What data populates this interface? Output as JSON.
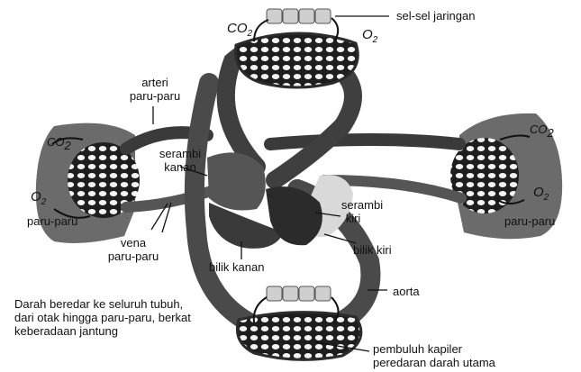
{
  "labels": {
    "sel_sel_jaringan": "sel-sel jaringan",
    "arteri": "arteri",
    "paru_paru_atas": "paru-paru",
    "serambi": "serambi",
    "kanan": "kanan",
    "paru_paru_kiri": "paru-paru",
    "vena": "vena",
    "paru_paru_vena": "paru-paru",
    "serambi_kiri_1": "serambi",
    "serambi_kiri_2": "kiri",
    "bilik_kiri": "bilik kiri",
    "bilik_kanan": "bilik kanan",
    "paru_paru_kanan": "paru-paru",
    "aorta": "aorta",
    "pembuluh_1": "pembuluh kapiler",
    "pembuluh_2": "peredaran darah utama"
  },
  "gases": {
    "co2_top": "CO",
    "o2_top": "O",
    "co2_left": "CO",
    "o2_left": "O",
    "co2_right": "CO",
    "o2_right": "O",
    "sub": "2"
  },
  "caption": "Darah beredar ke seluruh tubuh, dari otak hingga paru-paru, berkat keberadaan jantung",
  "colors": {
    "vessel": "#4a4a4a",
    "vessel_dark": "#2b2b2b",
    "lung": "#6b6b6b",
    "cell": "#cfcfcf",
    "atrium_left": "#d9d9d9"
  }
}
